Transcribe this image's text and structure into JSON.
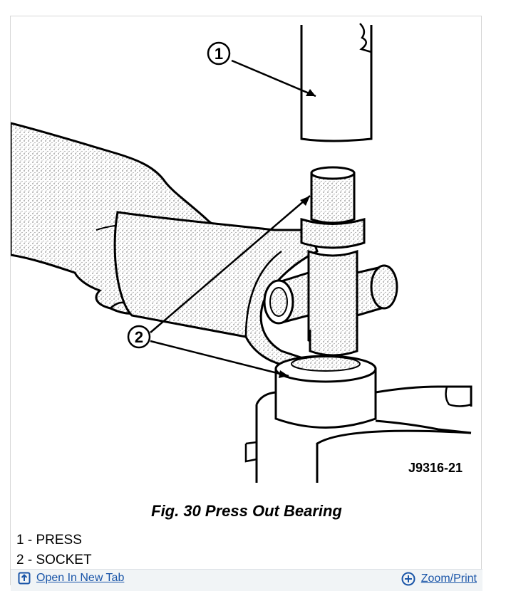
{
  "figure": {
    "callouts": [
      "1",
      "2"
    ],
    "code": "J9316-21",
    "caption": "Fig. 30 Press Out Bearing"
  },
  "legend": [
    {
      "text": "1 - PRESS"
    },
    {
      "text": "2 - SOCKET"
    }
  ],
  "toolbar": {
    "open_label": "Open In New Tab",
    "open_icon": "open-new-tab-icon",
    "zoom_label": "Zoom/Print",
    "zoom_icon": "zoom-plus-icon",
    "link_color": "#1a55a8"
  }
}
